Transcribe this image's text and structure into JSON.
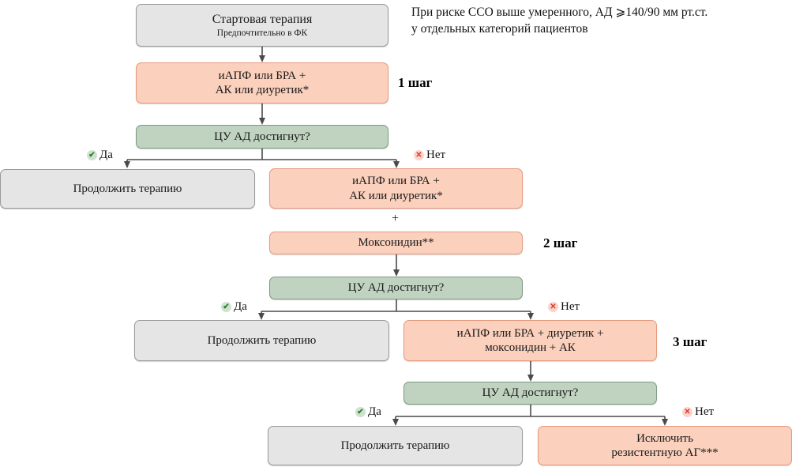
{
  "diagram": {
    "title_note": "При риске ССО выше умеренного, АД ⩾140/90 мм рт.ст.\nу отдельных категорий пациентов",
    "plus_symbol": "+",
    "colors": {
      "gray_fill": "#e5e5e5",
      "pink_fill": "#fbd0bd",
      "green_fill": "#bfd3c0",
      "yes_accent": "#2e7d32",
      "no_accent": "#d8382b"
    },
    "nodes": {
      "start_title": "Стартовая терапия",
      "start_subtitle": "Предпочтительно в ФК",
      "step1_therapy": "иАПФ или БРА +\nАК или диуретик*",
      "check1": "ЦУ АД достигнут?",
      "continue1": "Продолжить терапию",
      "step2_therapy": "иАПФ или БРА +\nАК или диуретик*",
      "step2_moxonidine": "Моксонидин**",
      "check2": "ЦУ АД достигнут?",
      "continue2": "Продолжить терапию",
      "step3_therapy": "иАПФ или БРА + диуретик +\nмоксонидин + АК",
      "check3": "ЦУ АД достигнут?",
      "continue3": "Продолжить терапию",
      "exclude_resistant": "Исключить\nрезистентную АГ***"
    },
    "steps": {
      "step1": "1 шаг",
      "step2": "2 шаг",
      "step3": "3 шаг"
    },
    "branches": {
      "yes": "Да",
      "no": "Нет",
      "yes_icon": "check-icon",
      "no_icon": "cross-icon",
      "yes_glyph": "✔",
      "no_glyph": "✕"
    }
  }
}
